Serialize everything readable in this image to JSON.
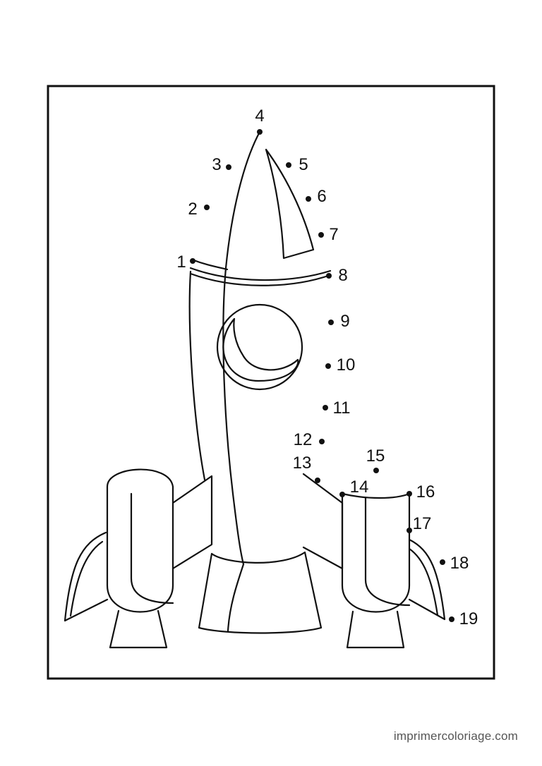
{
  "page": {
    "watermark": "imprimercoloriage.com"
  },
  "dots": [
    {
      "n": "1"
    },
    {
      "n": "2"
    },
    {
      "n": "3"
    },
    {
      "n": "4"
    },
    {
      "n": "5"
    },
    {
      "n": "6"
    },
    {
      "n": "7"
    },
    {
      "n": "8"
    },
    {
      "n": "9"
    },
    {
      "n": "10"
    },
    {
      "n": "11"
    },
    {
      "n": "12"
    },
    {
      "n": "13"
    },
    {
      "n": "14"
    },
    {
      "n": "15"
    },
    {
      "n": "16"
    },
    {
      "n": "17"
    },
    {
      "n": "18"
    },
    {
      "n": "19"
    }
  ]
}
